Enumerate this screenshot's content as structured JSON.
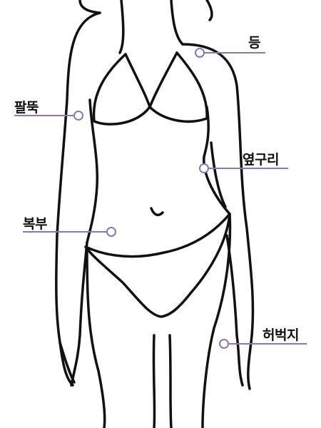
{
  "labels": {
    "back": "등",
    "upper_arm": "팔뚝",
    "flank": "옆구리",
    "abdomen": "복부",
    "thigh": "허벅지"
  },
  "colors": {
    "outline": "#111111",
    "marker": "#8a76b8",
    "background": "#ffffff"
  }
}
